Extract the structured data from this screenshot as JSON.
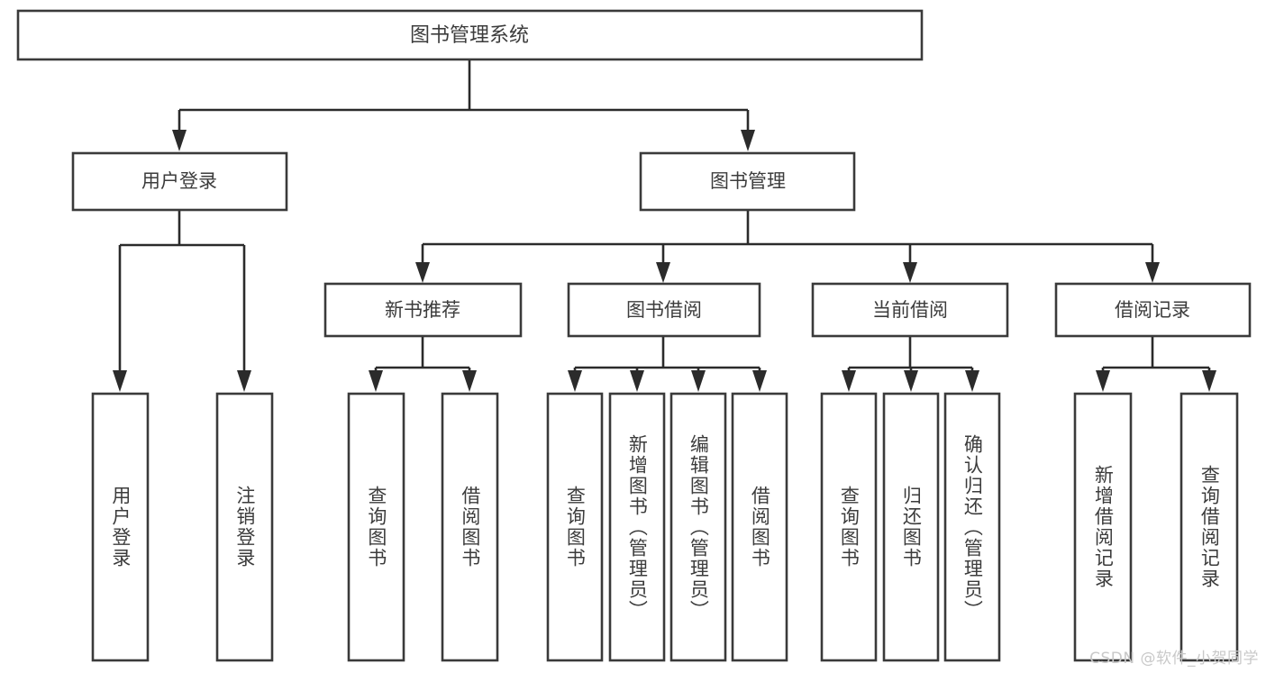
{
  "diagram": {
    "type": "tree",
    "title": "图书管理系统",
    "watermark": "CSDN @软件_小贺同学",
    "colors": {
      "box_stroke": "#3a3a3a",
      "connector": "#2b2b2b",
      "text": "#3c3c3c",
      "background": "#ffffff",
      "watermark": "#c9c9c9"
    },
    "root": {
      "label": "图书管理系统",
      "orientation": "horizontal"
    },
    "level1": [
      {
        "label": "用户登录",
        "orientation": "horizontal"
      },
      {
        "label": "图书管理",
        "orientation": "horizontal"
      }
    ],
    "level2": [
      {
        "label": "新书推荐",
        "orientation": "horizontal",
        "parent": "图书管理"
      },
      {
        "label": "图书借阅",
        "orientation": "horizontal",
        "parent": "图书管理"
      },
      {
        "label": "当前借阅",
        "orientation": "horizontal",
        "parent": "图书管理"
      },
      {
        "label": "借阅记录",
        "orientation": "horizontal",
        "parent": "图书管理"
      }
    ],
    "leaves": {
      "user_login": [
        {
          "label": "用户登录",
          "orientation": "vertical"
        },
        {
          "label": "注销登录",
          "orientation": "vertical"
        }
      ],
      "new_book_recommend": [
        {
          "label": "查询图书",
          "orientation": "vertical"
        },
        {
          "label": "借阅图书",
          "orientation": "vertical"
        }
      ],
      "book_borrow": [
        {
          "label": "查询图书",
          "orientation": "vertical"
        },
        {
          "label": "新增图书（管理员）",
          "orientation": "vertical"
        },
        {
          "label": "编辑图书（管理员）",
          "orientation": "vertical"
        },
        {
          "label": "借阅图书",
          "orientation": "vertical"
        }
      ],
      "current_borrow": [
        {
          "label": "查询图书",
          "orientation": "vertical"
        },
        {
          "label": "归还图书",
          "orientation": "vertical"
        },
        {
          "label": "确认归还（管理员）",
          "orientation": "vertical"
        }
      ],
      "borrow_record": [
        {
          "label": "新增借阅记录",
          "orientation": "vertical"
        },
        {
          "label": "查询借阅记录",
          "orientation": "vertical"
        }
      ]
    }
  }
}
